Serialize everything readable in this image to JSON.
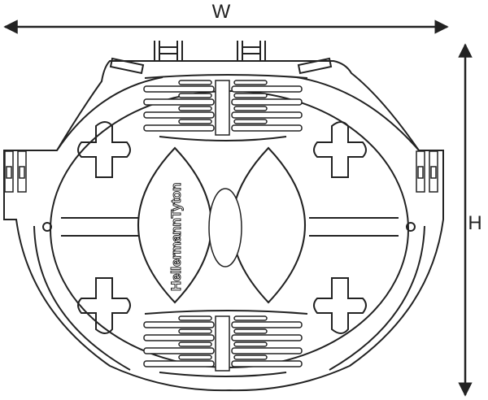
{
  "dimensions": {
    "width_label": "W",
    "height_label": "H"
  },
  "logo": {
    "text": "HellermannTyton"
  },
  "colors": {
    "line": "#222222",
    "background": "#ffffff"
  }
}
